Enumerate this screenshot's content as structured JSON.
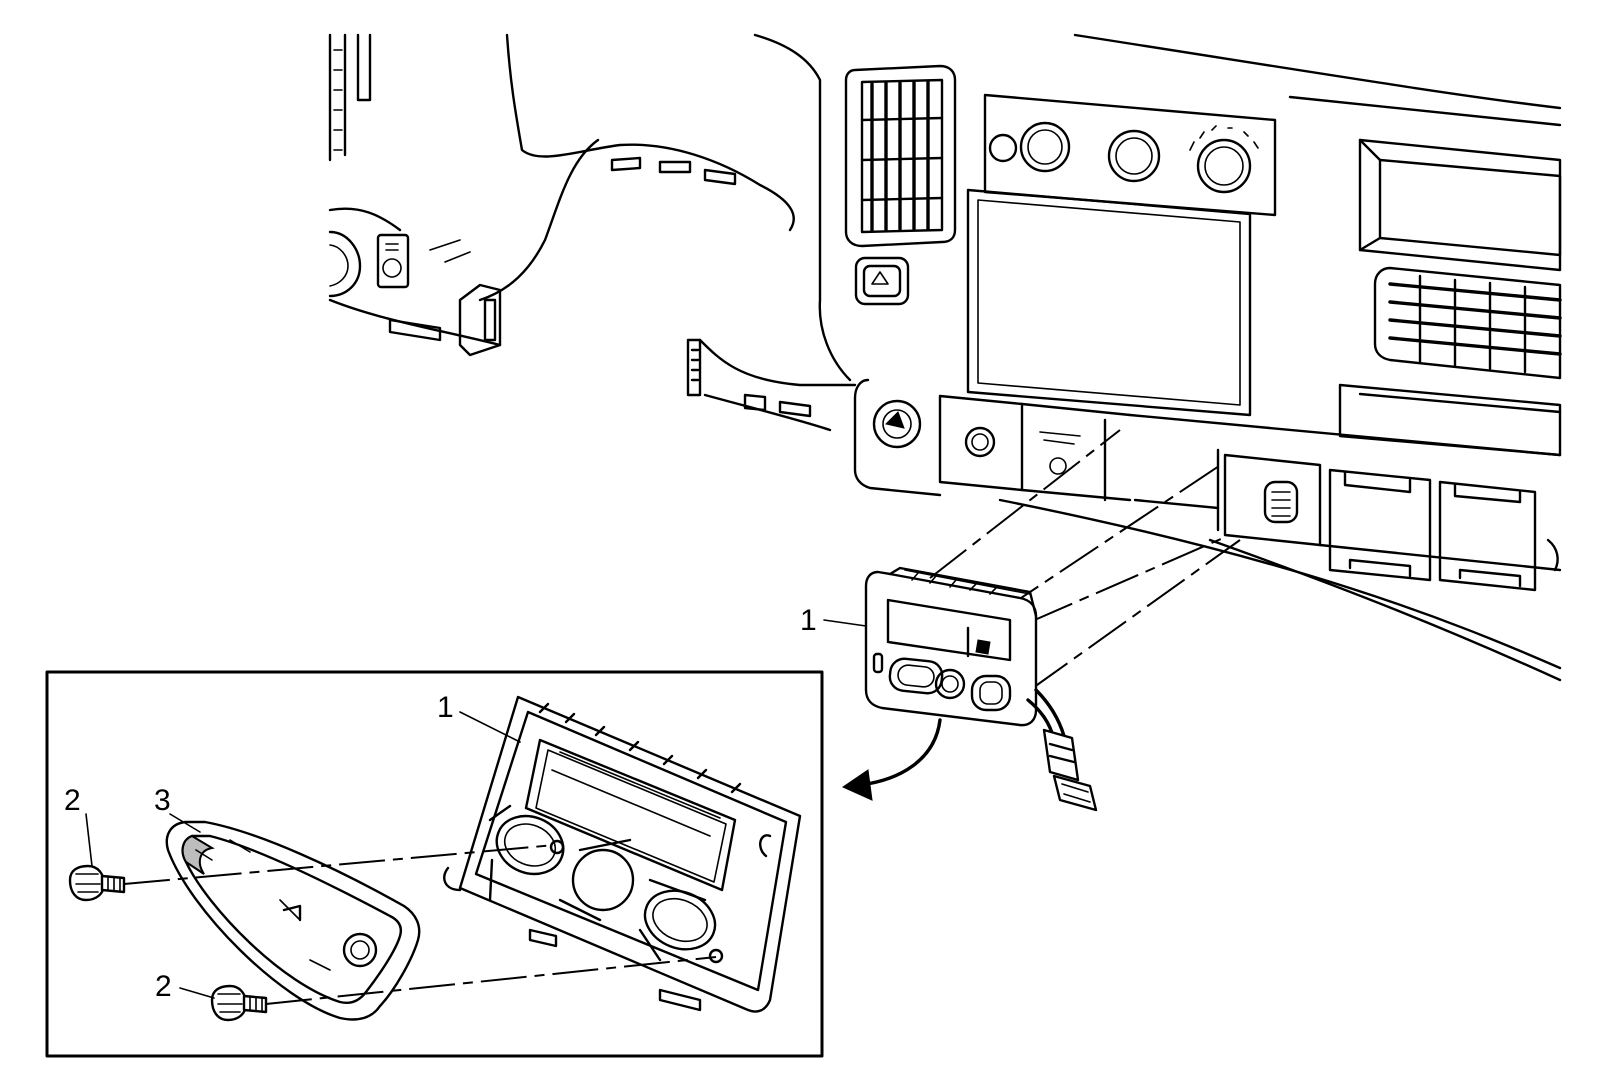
{
  "callouts": {
    "part_1_main": "1",
    "part_1_inset": "1",
    "part_2_upper": "2",
    "part_2_lower": "2",
    "part_3": "3"
  },
  "colors": {
    "ink": "#000000",
    "paper": "#ffffff",
    "shade": "#bdbdbd"
  }
}
